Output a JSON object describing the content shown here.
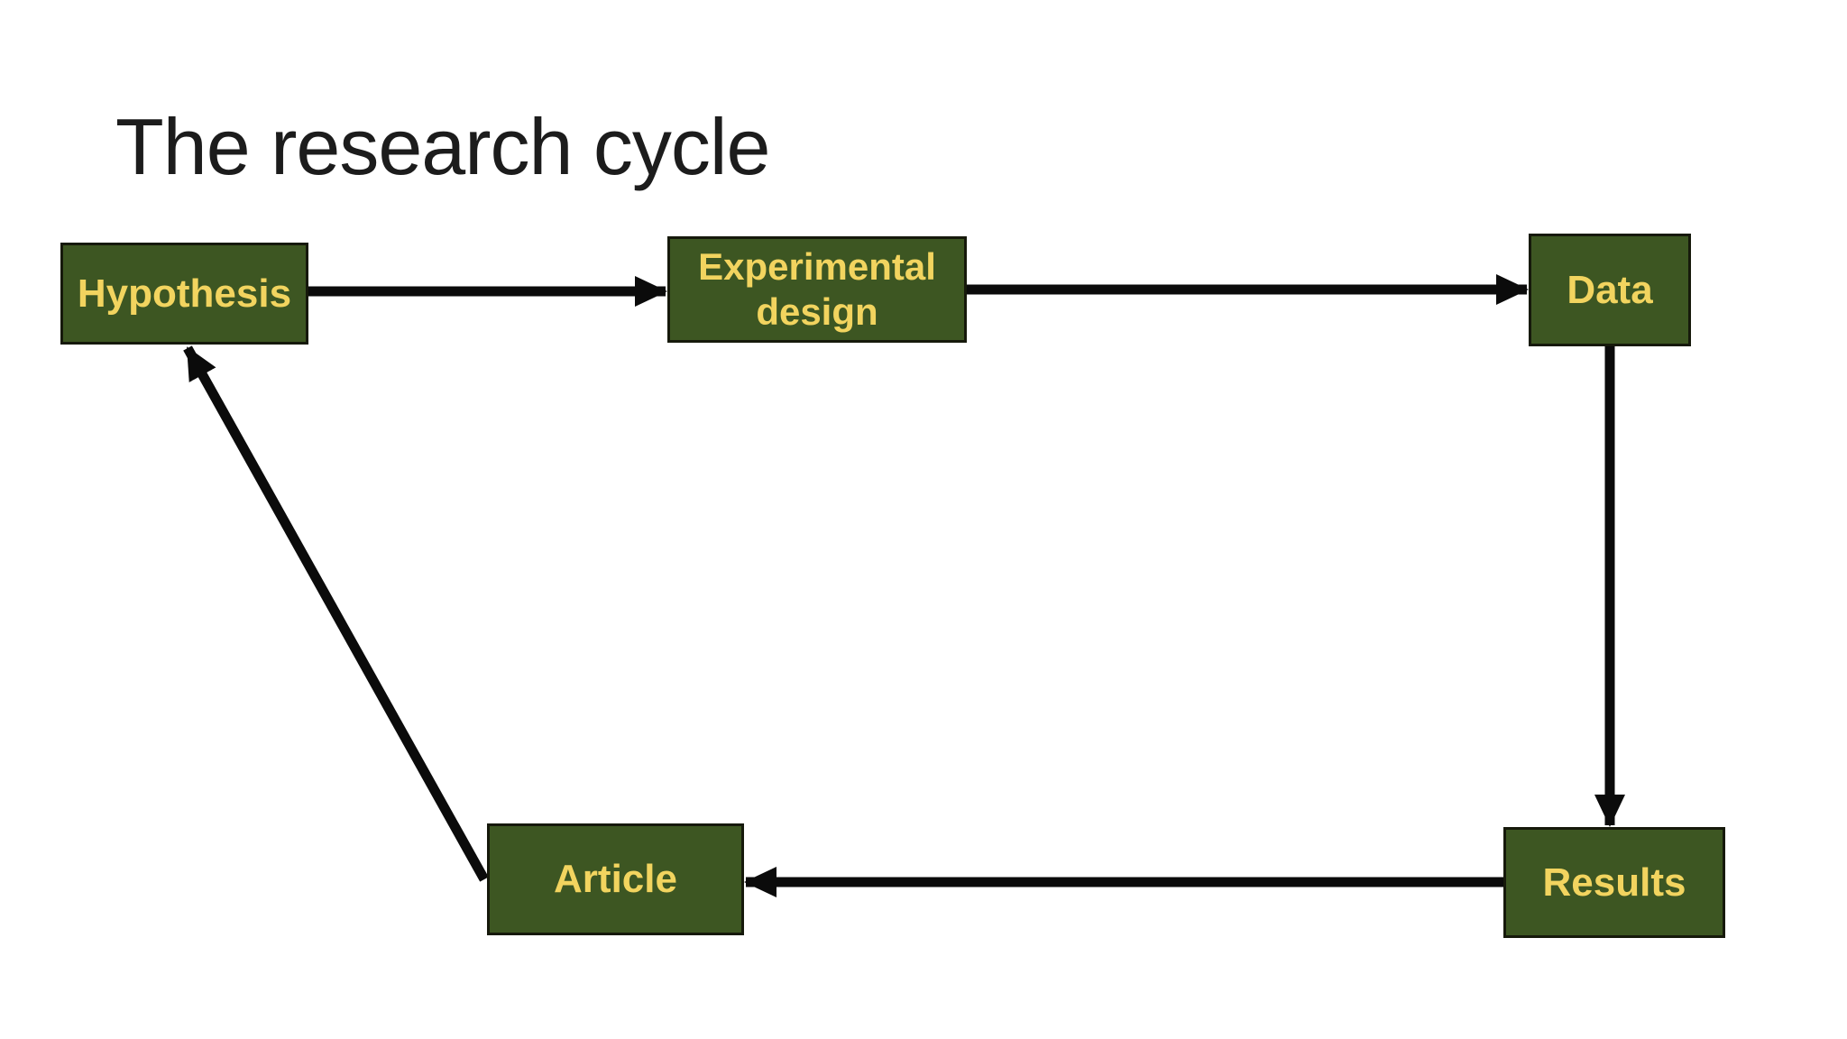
{
  "slide": {
    "title": "The research cycle"
  },
  "colors": {
    "background": "#ffffff",
    "title_text": "#1c1c1c",
    "node_fill": "#3d5622",
    "node_border": "#16190b",
    "node_text": "#f2d45f",
    "arrow": "#0b0b0b"
  },
  "nodes": [
    {
      "id": "hypothesis",
      "label": "Hypothesis"
    },
    {
      "id": "experimental-design",
      "label": "Experimental design"
    },
    {
      "id": "data",
      "label": "Data"
    },
    {
      "id": "results",
      "label": "Results"
    },
    {
      "id": "article",
      "label": "Article"
    }
  ],
  "edges": [
    {
      "from": "hypothesis",
      "to": "experimental-design"
    },
    {
      "from": "experimental-design",
      "to": "data"
    },
    {
      "from": "data",
      "to": "results"
    },
    {
      "from": "results",
      "to": "article"
    },
    {
      "from": "article",
      "to": "hypothesis"
    }
  ]
}
